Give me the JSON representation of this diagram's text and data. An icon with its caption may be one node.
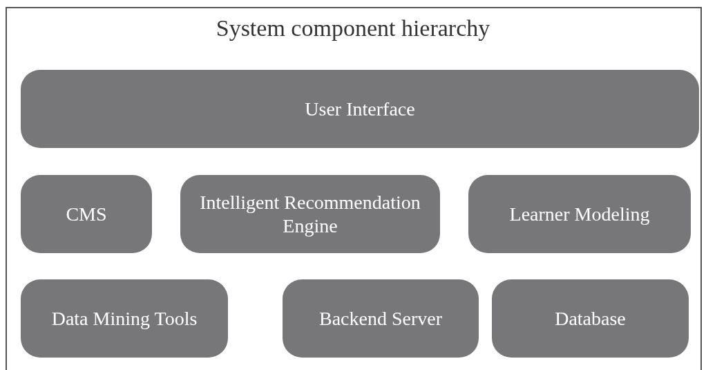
{
  "diagram": {
    "title": "System component hierarchy",
    "nodes": [
      {
        "text": [
          "User Interface"
        ]
      },
      {
        "text": [
          "CMS"
        ]
      },
      {
        "text": [
          "Intelligent Recommendation Engine"
        ]
      },
      {
        "text": [
          "Learner Modeling"
        ]
      },
      {
        "text": [
          "Data Mining Tools"
        ]
      },
      {
        "text": [
          "Backend Server"
        ]
      },
      {
        "text": [
          "Database"
        ]
      }
    ]
  }
}
